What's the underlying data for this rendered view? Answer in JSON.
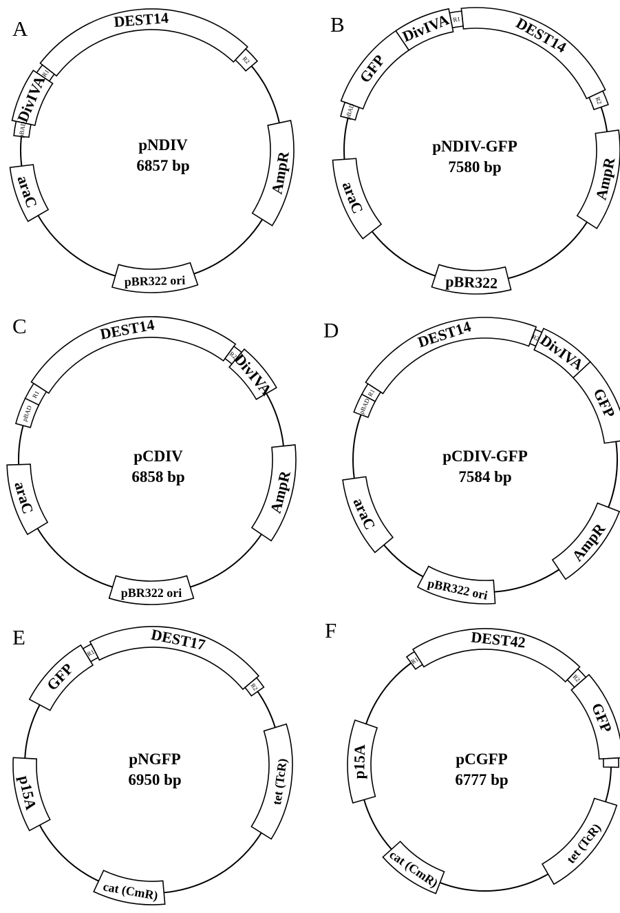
{
  "panels": [
    {
      "letter": "A",
      "name": "pNDIV",
      "size": "6857 bp",
      "features": [
        {
          "label": "DEST14",
          "kind": "region",
          "start": -52,
          "end": 43
        },
        {
          "label": "R1",
          "kind": "small",
          "start": -56,
          "end": -52
        },
        {
          "label": "DivIVA",
          "kind": "gene",
          "start": -78,
          "end": -56
        },
        {
          "label": "pBAD",
          "kind": "small",
          "start": -84,
          "end": -78
        },
        {
          "label": "R2",
          "kind": "small",
          "start": 43,
          "end": 50
        },
        {
          "label": "araC",
          "kind": "gene",
          "start": -120,
          "end": -97
        },
        {
          "label": "AmpR",
          "kind": "gene",
          "start": 78,
          "end": 122
        },
        {
          "label": "pBR322 ori",
          "kind": "gene",
          "start": 161,
          "end": 196
        }
      ]
    },
    {
      "letter": "B",
      "name": "pNDIV-GFP",
      "size": "7580 bp",
      "features": [
        {
          "label": "DEST14",
          "kind": "region",
          "start": -6,
          "end": 65
        },
        {
          "label": "R1",
          "kind": "small",
          "start": -11,
          "end": -6
        },
        {
          "label": "DivIVA",
          "kind": "gene",
          "start": -34,
          "end": -11
        },
        {
          "label": "GFP",
          "kind": "gene",
          "start": -70,
          "end": -34
        },
        {
          "label": "pBAD",
          "kind": "small",
          "start": -76,
          "end": -70
        },
        {
          "label": "R2",
          "kind": "small",
          "start": 65,
          "end": 71
        },
        {
          "label": "araC",
          "kind": "gene",
          "start": -128,
          "end": -94
        },
        {
          "label": "AmpR",
          "kind": "gene",
          "start": 82,
          "end": 123
        },
        {
          "label": "pBR322",
          "kind": "gene",
          "start": 166,
          "end": 198
        }
      ]
    },
    {
      "letter": "C",
      "name": "pCDIV",
      "size": "6858 bp",
      "features": [
        {
          "label": "DEST14",
          "kind": "region",
          "start": -57,
          "end": 36
        },
        {
          "label": "R1",
          "kind": "small",
          "start": -64,
          "end": -57
        },
        {
          "label": "pBAD",
          "kind": "small",
          "start": -75,
          "end": -64
        },
        {
          "label": "R2",
          "kind": "small",
          "start": 36,
          "end": 40
        },
        {
          "label": "DivIVA",
          "kind": "gene",
          "start": 40,
          "end": 60
        },
        {
          "label": "araC",
          "kind": "gene",
          "start": -121,
          "end": -92
        },
        {
          "label": "AmpR",
          "kind": "gene",
          "start": 84,
          "end": 124
        },
        {
          "label": "pBR322 ori",
          "kind": "gene",
          "start": 163,
          "end": 197
        }
      ]
    },
    {
      "letter": "D",
      "name": "pCDIV-GFP",
      "size": "7584 bp",
      "features": [
        {
          "label": "DEST14",
          "kind": "region",
          "start": -57,
          "end": 21
        },
        {
          "label": "R1",
          "kind": "small",
          "start": -62,
          "end": -57
        },
        {
          "label": "pBAD",
          "kind": "small",
          "start": -70,
          "end": -62
        },
        {
          "label": "R2",
          "kind": "small",
          "start": 21,
          "end": 24
        },
        {
          "label": "DivIVA",
          "kind": "gene",
          "start": 24,
          "end": 47
        },
        {
          "label": "GFP",
          "kind": "gene",
          "start": 47,
          "end": 82
        },
        {
          "label": "araC",
          "kind": "gene",
          "start": -130,
          "end": -98
        },
        {
          "label": "AmpR",
          "kind": "gene",
          "start": 111,
          "end": 146
        },
        {
          "label": "pBR322 ori",
          "kind": "gene",
          "start": 176,
          "end": 208
        }
      ]
    },
    {
      "letter": "E",
      "name": "pNGFP",
      "size": "6950 bp",
      "features": [
        {
          "label": "DEST17",
          "kind": "region",
          "start": -27,
          "end": 50
        },
        {
          "label": "R1",
          "kind": "small",
          "start": -31,
          "end": -27
        },
        {
          "label": "GFP",
          "kind": "gene",
          "start": -62,
          "end": -31
        },
        {
          "label": "R2",
          "kind": "small",
          "start": 50,
          "end": 55
        },
        {
          "label": "p15A",
          "kind": "gene",
          "start": -118,
          "end": -87
        },
        {
          "label": "tet (TcR)",
          "kind": "gene",
          "start": 73,
          "end": 122
        },
        {
          "label": "cat (CmR)",
          "kind": "gene",
          "start": 175,
          "end": 205
        }
      ]
    },
    {
      "letter": "F",
      "name": "pCGFP",
      "size": "6777 bp",
      "features": [
        {
          "label": "DEST42",
          "kind": "region",
          "start": -32,
          "end": 44
        },
        {
          "label": "R1",
          "kind": "small",
          "start": -36,
          "end": -32
        },
        {
          "label": "R2",
          "kind": "small",
          "start": 44,
          "end": 49
        },
        {
          "label": "GFP",
          "kind": "gene",
          "start": 49,
          "end": 87
        },
        {
          "label": "",
          "kind": "small",
          "start": 87,
          "end": 91
        },
        {
          "label": "p15A",
          "kind": "gene",
          "start": -106,
          "end": -71
        },
        {
          "label": "tet (TcR)",
          "kind": "gene",
          "start": 107,
          "end": 150
        },
        {
          "label": "cat (CmR)",
          "kind": "gene",
          "start": 201,
          "end": 228
        }
      ]
    }
  ]
}
